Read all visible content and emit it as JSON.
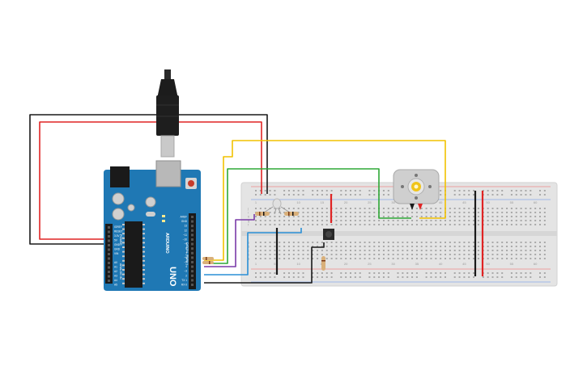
{
  "board": {
    "model_label": "UNO",
    "brand_label": "ARDUINO",
    "header_labels": [
      "AREF",
      "GND",
      "13",
      "12",
      "~11",
      "~10",
      "~9",
      "8",
      "7",
      "~6",
      "~5",
      "4",
      "~3",
      "2",
      "TX 1",
      "RX 0"
    ],
    "power_labels": [
      "IOREF",
      "RESET",
      "3.3V",
      "5V",
      "GND",
      "GND",
      "VIN"
    ],
    "analog_labels": [
      "A0",
      "A1",
      "A2",
      "A3",
      "A4",
      "A5"
    ],
    "side_labels": {
      "digital": "DIGITAL (PWM~)",
      "power": "POWER",
      "analog": "ANALOG IN"
    }
  },
  "breadboard": {
    "column_numbers": [
      "1",
      "5",
      "10",
      "15",
      "20",
      "25",
      "30",
      "35",
      "40",
      "45",
      "50",
      "55",
      "60"
    ],
    "row_letters_top": [
      "j",
      "i",
      "h",
      "g",
      "f"
    ],
    "row_letters_bottom": [
      "e",
      "d",
      "c",
      "b",
      "a"
    ]
  },
  "wire_colors": {
    "red": "#e02424",
    "black": "#1a1a1a",
    "yellow": "#f2c200",
    "green": "#2ea836",
    "purple": "#7a3aa8",
    "blue": "#2a8fd6",
    "board": "#1f78b4",
    "breadboard": "#e6e6e6"
  }
}
